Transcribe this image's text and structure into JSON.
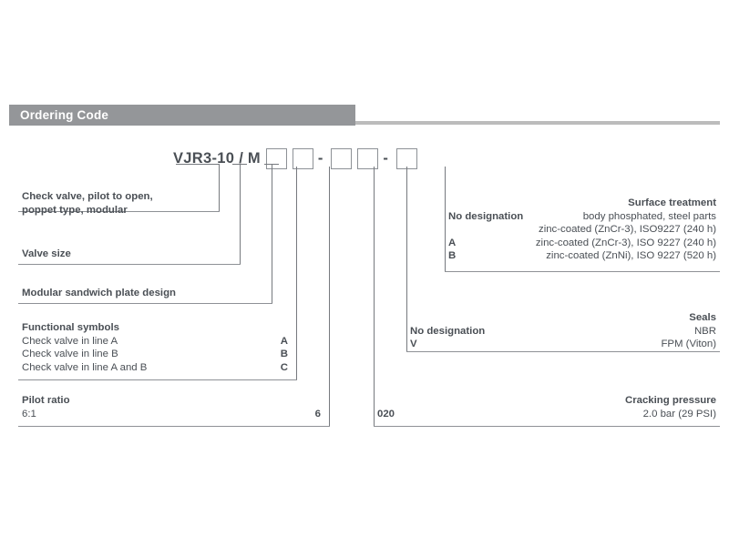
{
  "header": {
    "title": "Ordering Code"
  },
  "ordering_code": {
    "prefix": "VJR3-10",
    "separator": "/",
    "modular": "M",
    "dash": "-",
    "boxes": [
      "",
      "",
      "",
      "",
      ""
    ]
  },
  "left_blocks": [
    {
      "name": "product-description",
      "lines": [
        "Check valve, pilot to open,",
        "poppet type, modular"
      ]
    },
    {
      "name": "valve-size",
      "lines": [
        "Valve size"
      ]
    },
    {
      "name": "modular-design",
      "lines": [
        "Modular sandwich plate design"
      ]
    }
  ],
  "functional_symbols": {
    "title": "Functional symbols",
    "rows": [
      {
        "desc": "Check valve in line A",
        "code": "A"
      },
      {
        "desc": "Check valve in line B",
        "code": "B"
      },
      {
        "desc": "Check valve in line A and B",
        "code": "C"
      }
    ]
  },
  "pilot_ratio": {
    "title": "Pilot ratio",
    "desc": "6:1",
    "code": "6"
  },
  "surface_treatment": {
    "title": "Surface treatment",
    "rows": [
      {
        "code": "No designation",
        "desc": "body phosphated, steel parts"
      },
      {
        "code": "",
        "desc": "zinc-coated (ZnCr-3), ISO9227 (240 h)"
      },
      {
        "code": "A",
        "desc": "zinc-coated (ZnCr-3), ISO 9227 (240 h)"
      },
      {
        "code": "B",
        "desc": "zinc-coated (ZnNi), ISO 9227 (520 h)"
      }
    ]
  },
  "seals": {
    "title": "Seals",
    "rows": [
      {
        "code": "No designation",
        "desc": "NBR"
      },
      {
        "code": "V",
        "desc": "FPM (Viton)"
      }
    ]
  },
  "cracking_pressure": {
    "title": "Cracking pressure",
    "code": "020",
    "desc": "2.0 bar (29 PSI)"
  },
  "colors": {
    "header_bar": "#949699",
    "header_rule": "#bcbcbc",
    "text": "#4a4f55",
    "line": "#76797e",
    "box_border": "#8d9196"
  }
}
